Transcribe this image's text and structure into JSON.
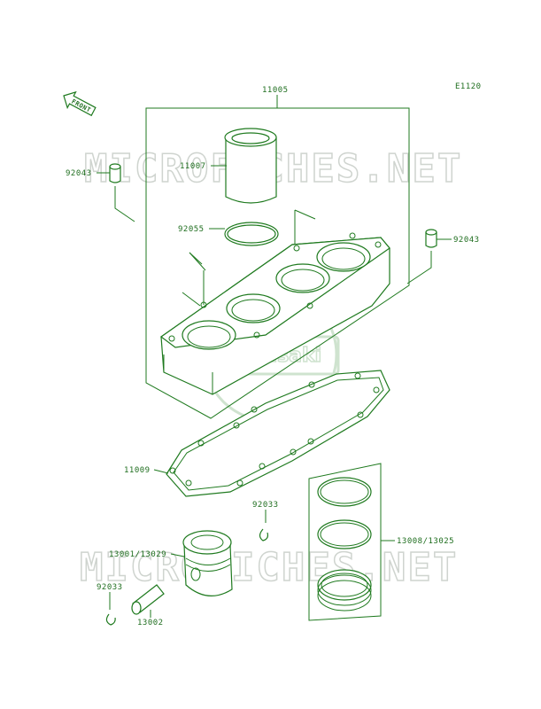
{
  "diagram": {
    "code": "E1120",
    "front_label": "FRONT",
    "watermark_text": "MICROFICHES.NET",
    "watermark_logo": "Kawasaki",
    "parts": [
      {
        "id": "11005"
      },
      {
        "id": "11007"
      },
      {
        "id": "92043"
      },
      {
        "id": "92055"
      },
      {
        "id": "92043"
      },
      {
        "id": "11009"
      },
      {
        "id": "92033"
      },
      {
        "id": "13001/13029"
      },
      {
        "id": "13008/13025"
      },
      {
        "id": "92033"
      },
      {
        "id": "13002"
      }
    ]
  },
  "colors": {
    "line": "#1f7a1f",
    "label": "#1f6e1f",
    "watermark": "#cfd4cf"
  }
}
